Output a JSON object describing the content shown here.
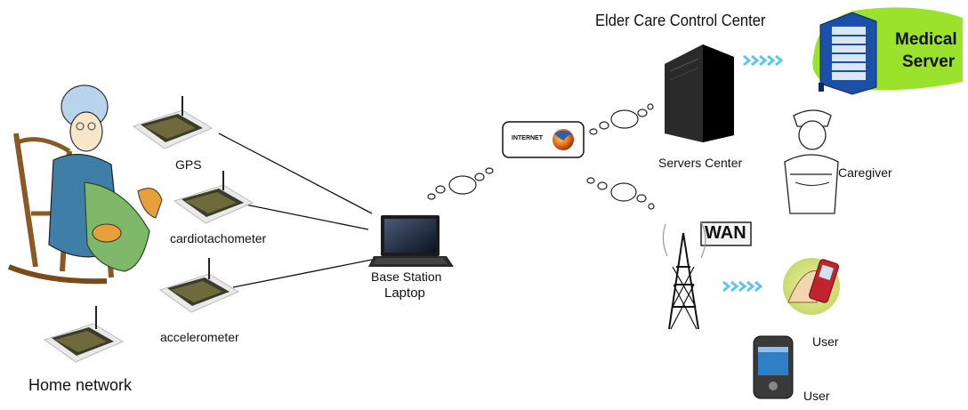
{
  "labels": {
    "control_center": "Elder Care Control Center",
    "medical_server_line1": "Medical",
    "medical_server_line2": "Server",
    "servers_center": "Servers Center",
    "caregiver": "Caregiver",
    "wan": "WAN",
    "user_phone": "User",
    "user_pda": "User",
    "internet": "INTERNET",
    "base_station_line1": "Base Station",
    "base_station_line2": "Laptop",
    "gps": "GPS",
    "cardiotachometer": "cardiotachometer",
    "accelerometer": "accelerometer",
    "home_network": "Home network"
  },
  "icons": {
    "elder": "elderly-woman-rocking-chair-icon",
    "sensor": "wireless-sensor-icon",
    "laptop": "laptop-icon",
    "internet": "internet-browser-icon",
    "servers": "server-tower-icon",
    "medical_server": "medical-server-icon",
    "nurse": "nurse-caregiver-icon",
    "antenna": "wan-antenna-tower-icon",
    "phone": "mobile-phone-icon",
    "pda": "pda-device-icon"
  },
  "colors": {
    "arrow_blue": "#5bc6ea",
    "medical_green": "#9be22d",
    "server_dark": "#111111",
    "sensor_board": "#3b3b2b",
    "line": "#111111"
  }
}
